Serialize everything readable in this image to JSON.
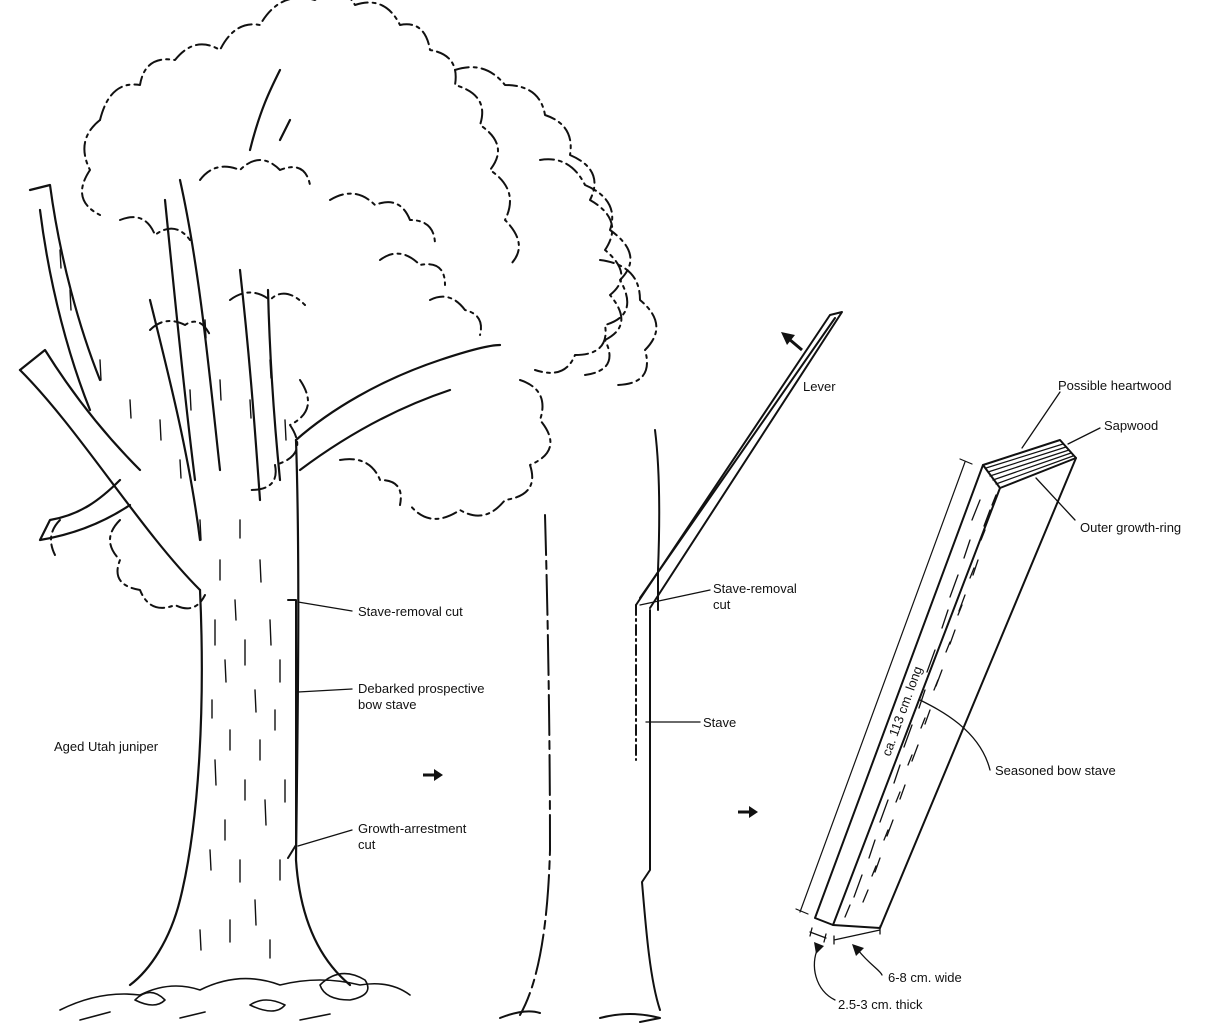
{
  "figure": {
    "colors": {
      "ink": "#111111",
      "paper": "#ffffff"
    },
    "panel_tree": {
      "title_label": "Aged Utah juniper",
      "callouts": {
        "stave_removal_cut": "Stave-removal cut",
        "debarked_line1": "Debarked prospective",
        "debarked_line2": "bow stave",
        "growth_arrest_line1": "Growth-arrestment",
        "growth_arrest_line2": "cut"
      }
    },
    "panel_trunk": {
      "lever": "Lever",
      "stave_removal_line1": "Stave-removal",
      "stave_removal_line2": "cut",
      "stave": "Stave"
    },
    "panel_stave": {
      "possible_heartwood": "Possible heartwood",
      "sapwood": "Sapwood",
      "outer_growth_ring": "Outer growth-ring",
      "length": "ca. 113 cm. long",
      "seasoned_bow_stave": "Seasoned bow stave",
      "width": "6-8 cm. wide",
      "thickness": "2.5-3 cm. thick"
    },
    "arrows": [
      "right-arrow-icon",
      "right-arrow-icon"
    ]
  }
}
